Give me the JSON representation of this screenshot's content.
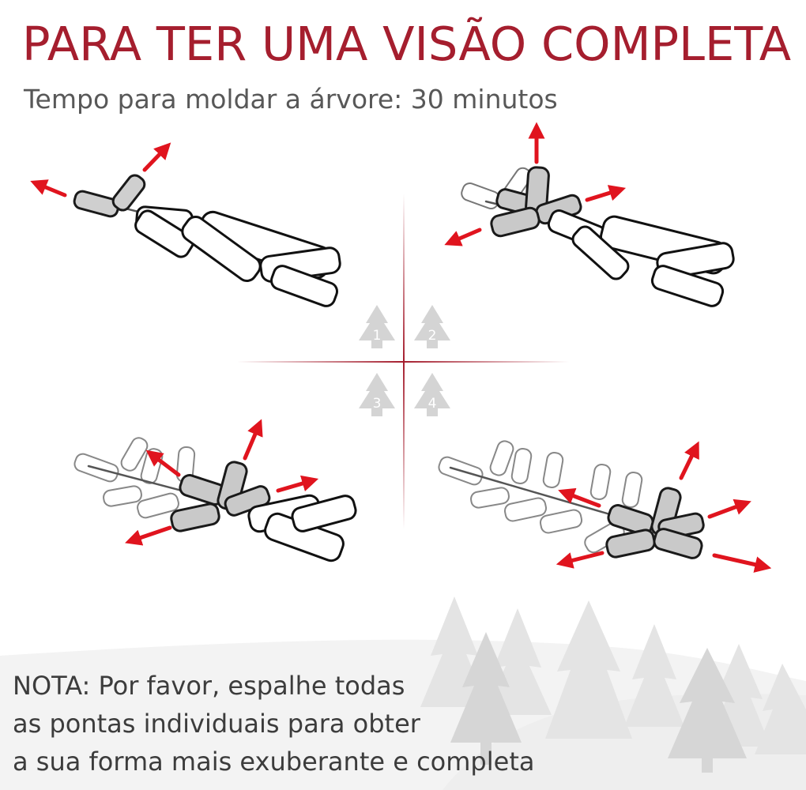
{
  "title": "PARA TER UMA VISÃO COMPLETA",
  "subtitle": "Tempo para moldar a árvore: 30 minutos",
  "steps": [
    {
      "number": "1"
    },
    {
      "number": "2"
    },
    {
      "number": "3"
    },
    {
      "number": "4"
    }
  ],
  "note": {
    "lines": [
      "NOTA: Por favor, espalhe todas",
      "as pontas individuais para obter",
      "a sua forma mais exuberante e completa"
    ]
  },
  "colors": {
    "title": "#a51e2e",
    "arrow": "#e0141e",
    "divider": "#a51e2e",
    "step_icon": "#d4d4d4",
    "tree_background": "#e6e6e6"
  }
}
